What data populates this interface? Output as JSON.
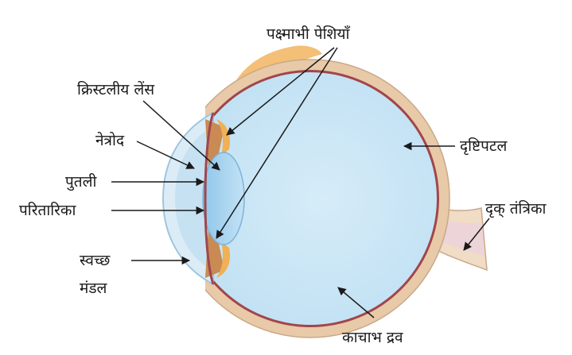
{
  "labels": {
    "ciliary_muscles": "पक्ष्माभी पेशियाँ",
    "crystalline_lens": "क्रिस्टलीय लेंस",
    "aqueous_humour": "नेत्रोद",
    "pupil": "पुतली",
    "iris": "परितारिका",
    "cornea_line1": "स्वच्छ",
    "cornea_line2": "मंडल",
    "retina": "दृष्टिपटल",
    "optic_nerve": "दृक् तंत्रिका",
    "vitreous_humour": "काचाभ द्रव"
  },
  "colors": {
    "vitreous": "#cfe8f6",
    "lens": "#a9d3ee",
    "sclera": "#e8c9a8",
    "choroid": "#a0464b",
    "muscle": "#f2b45e",
    "line": "#1a1a1a"
  }
}
